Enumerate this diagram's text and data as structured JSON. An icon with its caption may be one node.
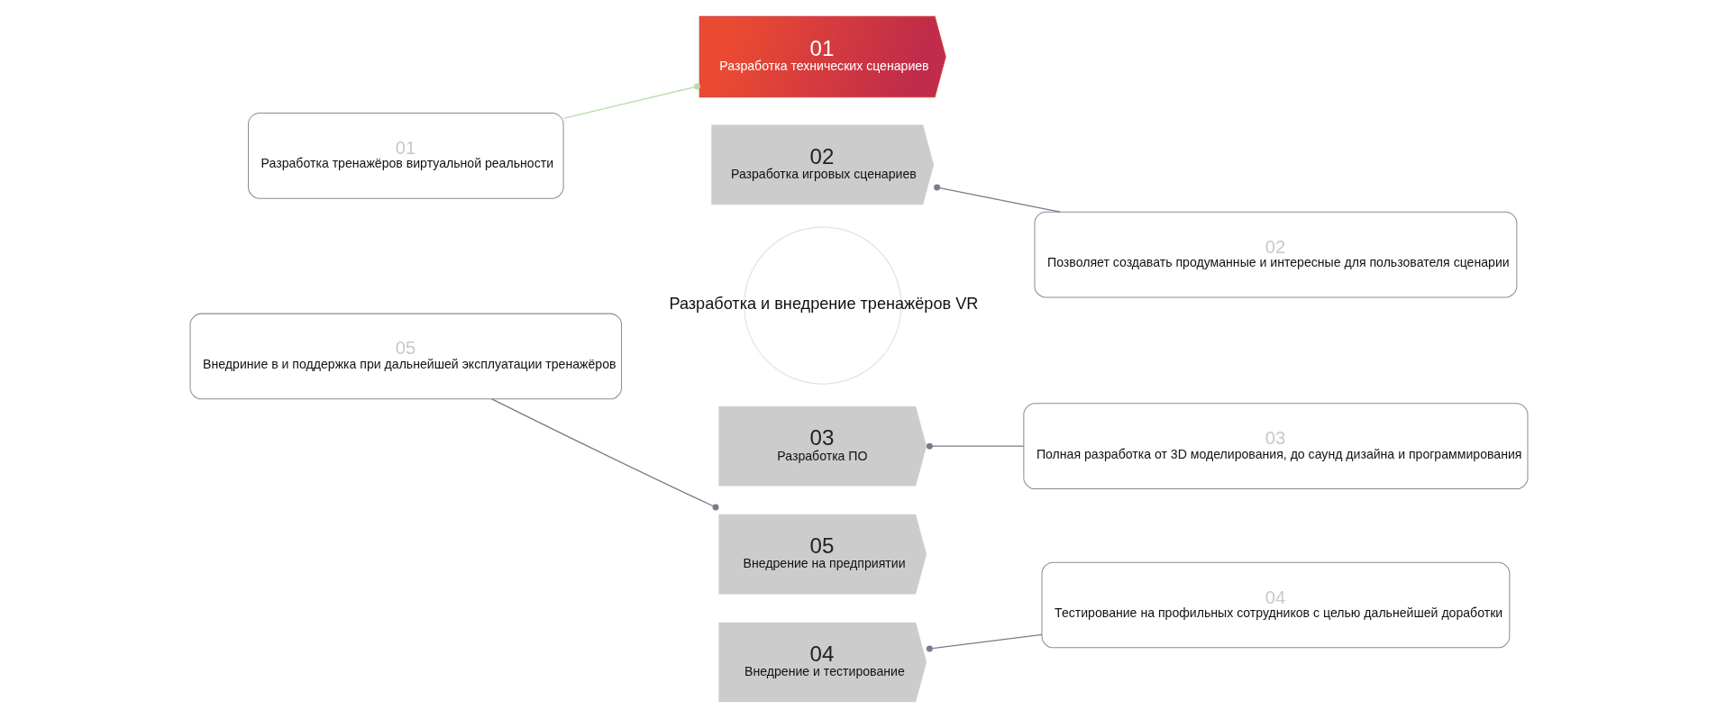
{
  "diagram": {
    "nodes": [
      {
        "text": [
          "01",
          "Разработка тренажёров виртуальной реальности"
        ]
      },
      {
        "text": [
          "01",
          "Разработка технических сценариев"
        ]
      },
      {
        "text": [
          "02",
          "Разработка игровых сценариев"
        ]
      },
      {
        "text": [
          "02",
          "Позволяет создавать продуманные и интересные для пользователя сценарии"
        ]
      },
      {
        "text": [
          "Разработка и внедрение тренажёров VR"
        ]
      },
      {
        "text": [
          "03",
          "Разработка ПО"
        ]
      },
      {
        "text": [
          "03",
          "Полная разработка от 3D моделирования, до саунд дизайна и программирования"
        ]
      },
      {
        "text": [
          "05",
          "Внедрение на предприятии"
        ]
      },
      {
        "text": [
          "04",
          "Внедрение и тестирование"
        ]
      },
      {
        "text": [
          "05",
          "Внедриние в и поддержка при дальнейшей эксплуатации тренажёров"
        ]
      },
      {
        "text": [
          "04",
          "Тестирование на профильных сотрудников с целью дальнейшей доработки"
        ]
      }
    ],
    "edges": [
      {
        "from": 0,
        "to": 1,
        "arrow": "other",
        "color": "#b8dca8"
      },
      {
        "from": 2,
        "to": 3,
        "arrow": "other"
      },
      {
        "from": 5,
        "to": 6,
        "arrow": "other"
      },
      {
        "from": 9,
        "to": 7,
        "arrow": "other"
      },
      {
        "from": 8,
        "to": 10,
        "arrow": "other"
      }
    ]
  }
}
